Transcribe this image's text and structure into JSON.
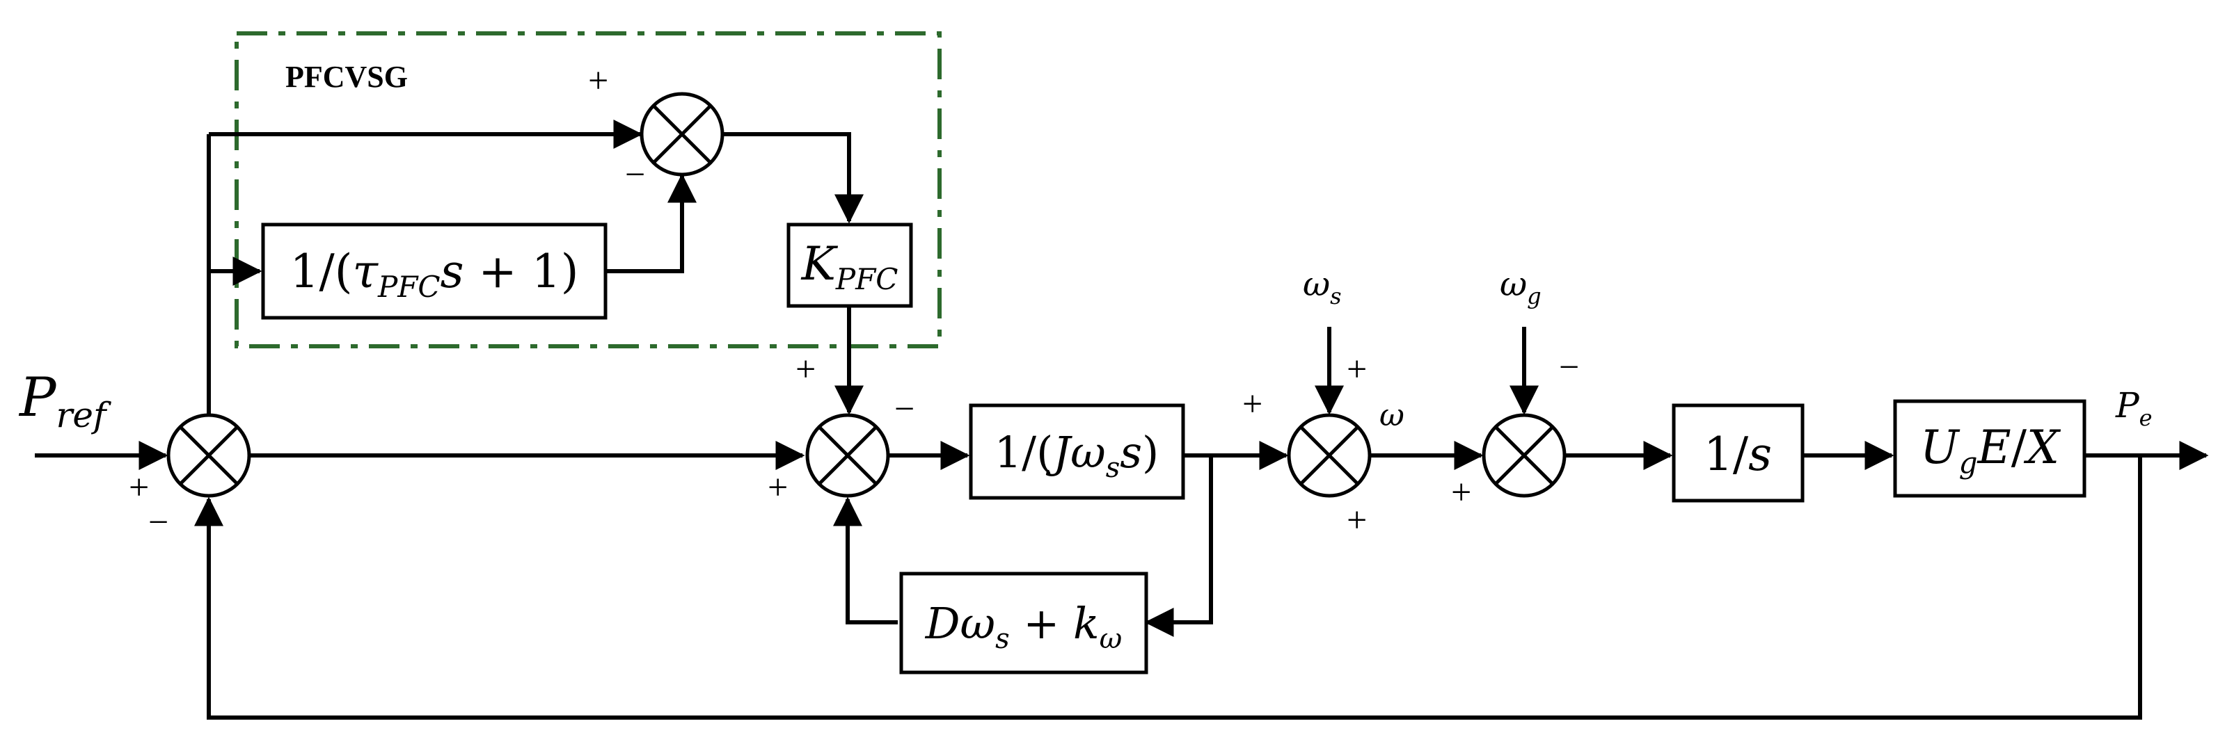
{
  "colors": {
    "line": "#000000",
    "pfc_region": "#2d6a2d",
    "background": "#ffffff"
  },
  "region": {
    "label": "PFCVSG"
  },
  "signals": {
    "p_ref_base": "P",
    "p_ref_sub": "ref",
    "omega_s_base": "ω",
    "omega_s_sub": "s",
    "omega_g_base": "ω",
    "omega_g_sub": "g",
    "omega": "ω",
    "p_e_base": "P",
    "p_e_sub": "e"
  },
  "blocks": {
    "lowpass": {
      "pre": "1/(",
      "tau": "τ",
      "tau_sub": "PFC",
      "s": "s",
      "post": " + 1)"
    },
    "gain": {
      "base": "K",
      "sub": "PFC"
    },
    "inertia": {
      "pre": "1/(",
      "J": "J",
      "omega": "ω",
      "omega_sub": "s",
      "s": "s",
      "post": ")"
    },
    "damping": {
      "D": "D",
      "omega": "ω",
      "omega_sub": "s",
      "plus": " + ",
      "k": "k",
      "k_sub": "ω"
    },
    "integrator": {
      "num": "1/",
      "s": "s"
    },
    "power": {
      "U": "U",
      "U_sub": "g",
      "E": "E",
      "slash": "/",
      "X": "X"
    }
  },
  "signs": {
    "s1_left": "+",
    "s1_bottom": "−",
    "s_pfc_top": "+",
    "s_pfc_bottom": "−",
    "s2_top": "+",
    "s2_right": "−",
    "s2_bottom": "+",
    "s3_left": "+",
    "s3_top": "+",
    "s3_bottom": "+",
    "s4_top": "−",
    "s4_left": "+"
  },
  "icons": {
    "summing_junction": "summing-junction-icon",
    "arrowhead": "arrowhead-icon"
  }
}
